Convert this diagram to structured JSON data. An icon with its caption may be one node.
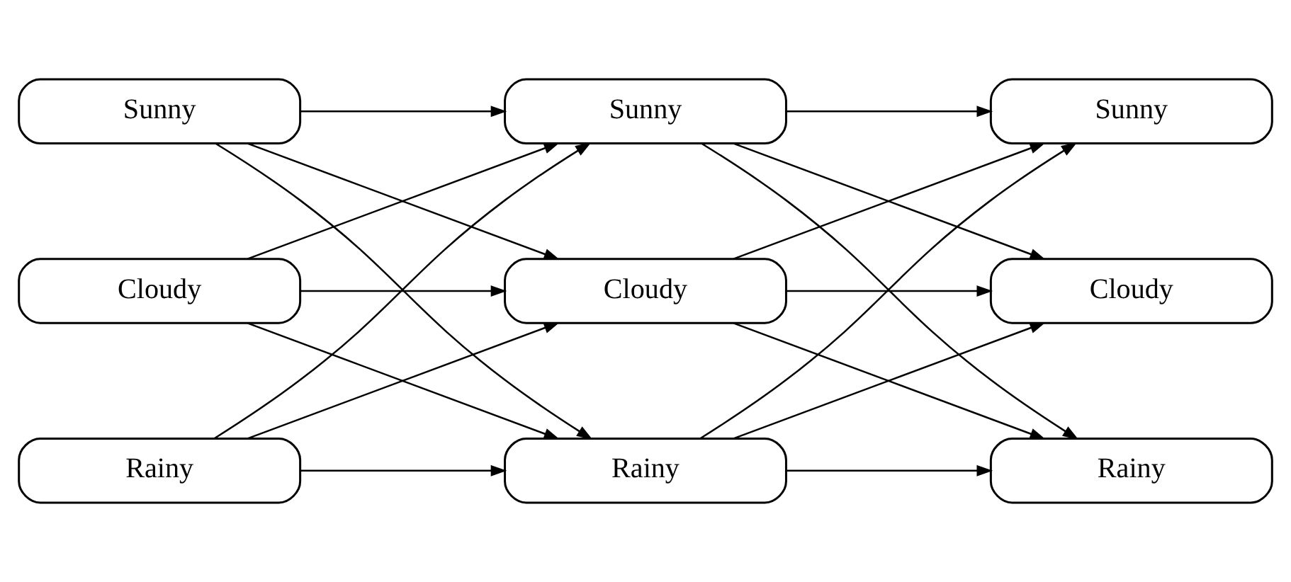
{
  "diagram": {
    "nodes": [
      {
        "text": [
          "Sunny"
        ]
      },
      {
        "text": [
          "Sunny"
        ]
      },
      {
        "text": [
          "Sunny"
        ]
      },
      {
        "text": [
          "Cloudy"
        ]
      },
      {
        "text": [
          "Cloudy"
        ]
      },
      {
        "text": [
          "Cloudy"
        ]
      },
      {
        "text": [
          "Rainy"
        ]
      },
      {
        "text": [
          "Rainy"
        ]
      },
      {
        "text": [
          "Rainy"
        ]
      }
    ],
    "edges": [
      {
        "from": 0,
        "to": 1,
        "arrow": "to"
      },
      {
        "from": 0,
        "to": 4,
        "arrow": "to"
      },
      {
        "from": 0,
        "to": 7,
        "arrow": "to"
      },
      {
        "from": 3,
        "to": 1,
        "arrow": "to"
      },
      {
        "from": 3,
        "to": 4,
        "arrow": "to"
      },
      {
        "from": 3,
        "to": 7,
        "arrow": "to"
      },
      {
        "from": 6,
        "to": 1,
        "arrow": "to"
      },
      {
        "from": 6,
        "to": 4,
        "arrow": "to"
      },
      {
        "from": 6,
        "to": 7,
        "arrow": "to"
      },
      {
        "from": 1,
        "to": 2,
        "arrow": "to"
      },
      {
        "from": 1,
        "to": 5,
        "arrow": "to"
      },
      {
        "from": 1,
        "to": 8,
        "arrow": "to"
      },
      {
        "from": 4,
        "to": 2,
        "arrow": "to"
      },
      {
        "from": 4,
        "to": 5,
        "arrow": "to"
      },
      {
        "from": 4,
        "to": 8,
        "arrow": "to"
      },
      {
        "from": 7,
        "to": 2,
        "arrow": "to"
      },
      {
        "from": 7,
        "to": 5,
        "arrow": "to"
      },
      {
        "from": 7,
        "to": 8,
        "arrow": "to"
      }
    ]
  }
}
